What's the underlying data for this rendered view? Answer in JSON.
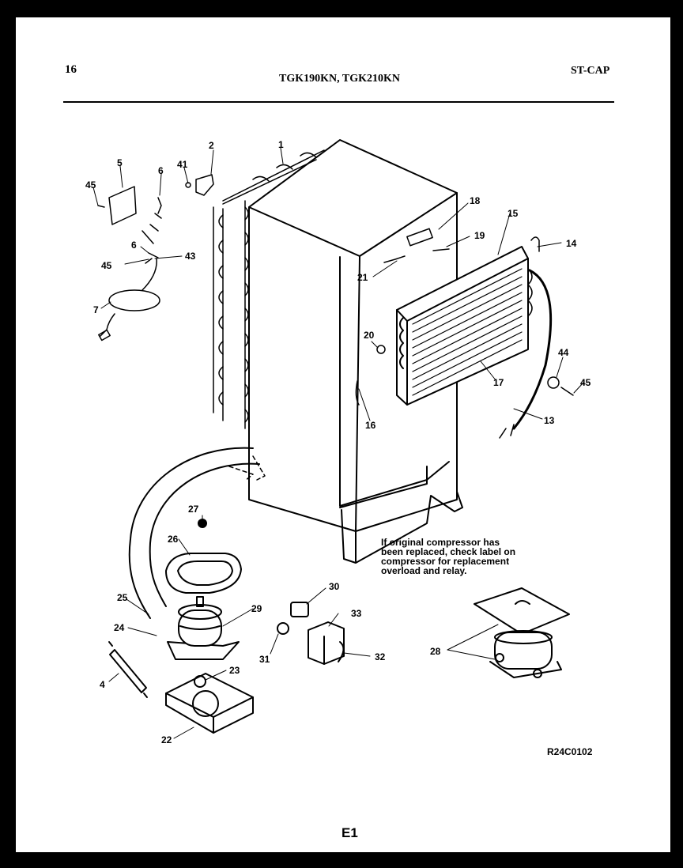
{
  "header": {
    "page_number": "16",
    "models": "TGK190KN, TGK210KN",
    "section_code": "ST-CAP"
  },
  "note": [
    "If original compressor has",
    "been replaced, check label on",
    "compressor for replacement",
    "overload and relay."
  ],
  "figure_ref": "R24C0102",
  "sheet_label": "E1",
  "callouts": [
    "1",
    "2",
    "5",
    "6",
    "41",
    "45",
    "6",
    "45",
    "43",
    "7",
    "18",
    "15",
    "19",
    "14",
    "21",
    "20",
    "16",
    "17",
    "44",
    "45",
    "13",
    "27",
    "26",
    "25",
    "29",
    "24",
    "4",
    "23",
    "22",
    "30",
    "33",
    "31",
    "32",
    "28"
  ]
}
